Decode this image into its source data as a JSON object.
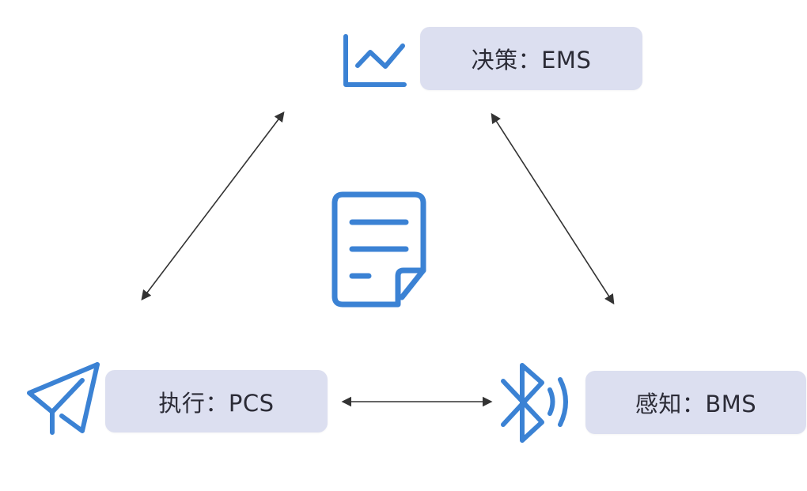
{
  "diagram": {
    "title": "",
    "accent_color": "#3b82d4",
    "box_color": "#dcdff0",
    "arrow_color": "#333333",
    "nodes": [
      {
        "id": "ems",
        "label": "决策：EMS",
        "icon": "line-chart-icon"
      },
      {
        "id": "pcs",
        "label": "执行：PCS",
        "icon": "paper-plane-icon"
      },
      {
        "id": "bms",
        "label": "感知：BMS",
        "icon": "bluetooth-signal-icon"
      }
    ],
    "center_icon": "document-icon",
    "edges": [
      {
        "from": "ems",
        "to": "pcs",
        "type": "bidirectional"
      },
      {
        "from": "ems",
        "to": "bms",
        "type": "bidirectional"
      },
      {
        "from": "pcs",
        "to": "bms",
        "type": "bidirectional"
      }
    ]
  }
}
